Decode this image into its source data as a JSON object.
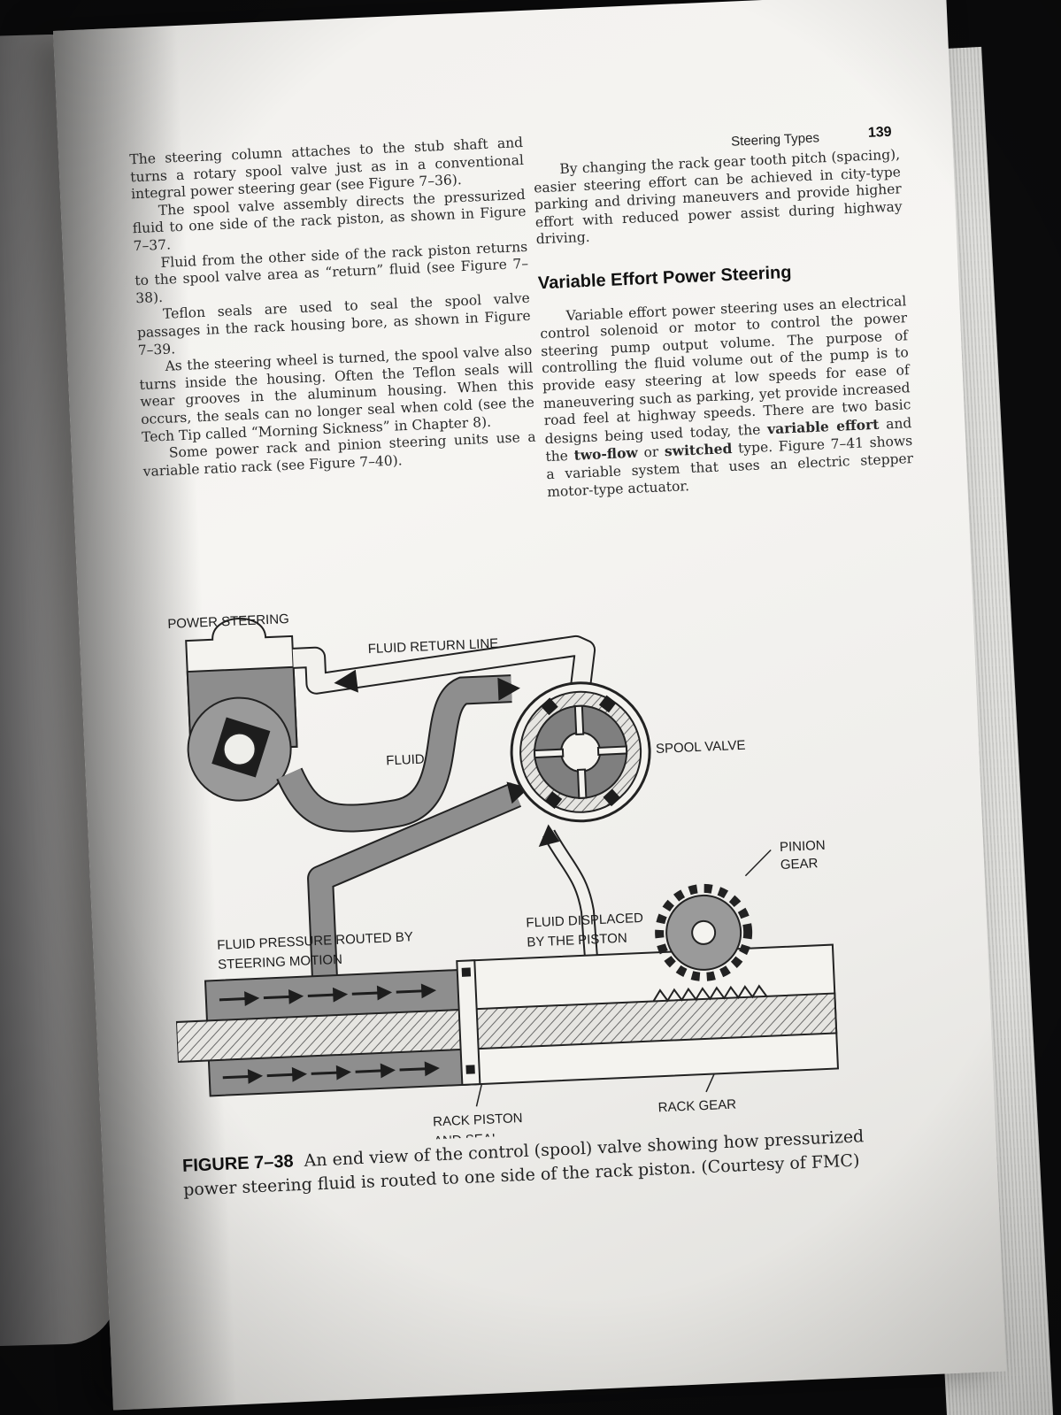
{
  "page": {
    "running_head": "Steering Types",
    "page_number": "139"
  },
  "left_column": {
    "paragraphs": [
      "The steering column attaches to the stub shaft and turns a rotary spool valve just as in a conventional integral power steering gear (see Figure 7–36).",
      "The spool valve assembly directs the pressurized fluid to one side of the rack piston, as shown in Figure 7–37.",
      "Fluid from the other side of the rack piston returns to the spool valve area as “return” fluid (see Figure 7–38).",
      "Teflon seals are used to seal the spool valve passages in the rack housing bore, as shown in Figure 7–39.",
      "As the steering wheel is turned, the spool valve also turns inside the housing. Often the Teflon seals will wear grooves in the aluminum housing. When this occurs, the seals can no longer seal when cold (see the Tech Tip called “Morning Sickness” in Chapter 8).",
      "Some power rack and pinion steering units use a variable ratio rack (see Figure 7–40)."
    ]
  },
  "right_column": {
    "intro_paragraph": "By changing the rack gear tooth pitch (spacing), easier steering effort can be achieved in city-type parking and driving maneuvers and provide higher effort with reduced power assist during highway driving.",
    "section_heading": "Variable Effort Power Steering",
    "body": {
      "part1": "Variable effort power steering uses an electrical control solenoid or motor to control the power steering pump output volume. The purpose of controlling the fluid volume out of the pump is to provide easy steering at low speeds for ease of maneuvering such as parking, yet provide increased road feel at highway speeds. There are two basic designs being used today, the ",
      "term1": "variable effort",
      "part2": " and the ",
      "term2": "two-flow",
      "part3": " or ",
      "term3": "switched",
      "part4": " type. Figure 7–41 shows a variable system that uses an electric stepper motor-type actuator."
    }
  },
  "figure": {
    "labels": {
      "power_steering": "POWER STEERING",
      "fluid_return_line": "FLUID RETURN LINE",
      "spool_valve": "SPOOL VALVE",
      "fluid": "FLUID",
      "pinion_gear_1": "PINION",
      "pinion_gear_2": "GEAR",
      "fluid_pressure_1": "FLUID PRESSURE ROUTED BY",
      "fluid_pressure_2": "STEERING MOTION",
      "fluid_displaced_1": "FLUID DISPLACED",
      "fluid_displaced_2": "BY THE PISTON",
      "rack_piston_1": "RACK PISTON",
      "rack_piston_2": "AND SEAL",
      "rack_gear": "RACK GEAR"
    },
    "caption_number": "FIGURE 7–38",
    "caption_text": "An end view of the control (spool) valve showing how pressurized power steering fluid is routed to one side of the rack piston. (Courtesy of FMC)"
  }
}
